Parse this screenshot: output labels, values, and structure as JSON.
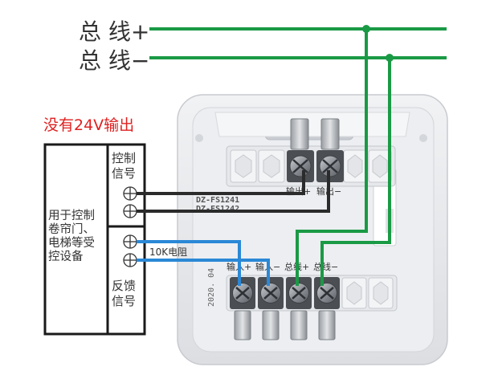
{
  "bus": {
    "plus_label": "总 线+",
    "minus_label": "总 线−"
  },
  "warning_label": "没有24V输出",
  "device": {
    "desc_lines": [
      "用于控制",
      "卷帘门、",
      "电梯等受",
      "控设备"
    ],
    "control_label_lines": [
      "控制",
      "信号"
    ],
    "feedback_label_lines": [
      "反馈",
      "信号"
    ]
  },
  "module": {
    "resistor_label": "10K电阻",
    "model_lines": [
      "DZ-FS1241",
      "DZ-FS1242"
    ],
    "date_code": "2020. 04",
    "top_terminal_labels": [
      "输出+",
      "输出−"
    ],
    "bottom_terminal_labels": [
      "输入+",
      "输入−",
      "总线+",
      "总线−"
    ]
  },
  "colors": {
    "bus_wire": "#1a9a45",
    "control_wire": "#2b2b2b",
    "feedback_wire": "#2a88d6",
    "warning_text": "#e02020",
    "label_text": "#333333"
  }
}
